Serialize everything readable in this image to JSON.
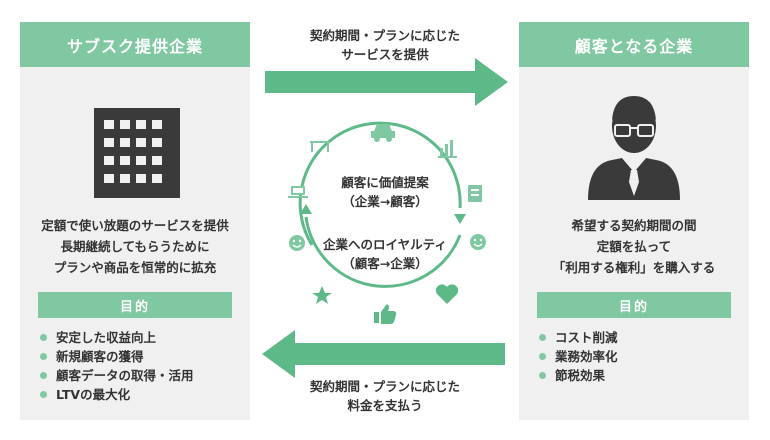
{
  "left_panel": {
    "title": "サブスク提供企業",
    "description": [
      "定額で使い放題のサービスを提供",
      "長期継続してもらうために",
      "プランや商品を恒常的に拡充"
    ],
    "purpose_label": "目的",
    "purposes": [
      "安定した収益向上",
      "新規顧客の獲得",
      "顧客データの取得・活用",
      "LTVの最大化"
    ]
  },
  "right_panel": {
    "title": "顧客となる企業",
    "description": [
      "希望する契約期間の間",
      "定額を払って",
      "「利用する権利」を購入する"
    ],
    "purpose_label": "目的",
    "purposes": [
      "コスト削減",
      "業務効率化",
      "節税効果"
    ]
  },
  "top_arrow": {
    "caption": [
      "契約期間・プランに応じた",
      "サービスを提供"
    ]
  },
  "bottom_arrow": {
    "caption": [
      "契約期間・プランに応じた",
      "料金を支払う"
    ]
  },
  "center": {
    "value_proposal": [
      "顧客に価値提案",
      "（企業→顧客）"
    ],
    "loyalty": [
      "企業へのロイヤルティ",
      "（顧客→企業）"
    ]
  },
  "colors": {
    "accent": "#7fc8a2",
    "arrow": "#5dba88",
    "panel_bg": "#f0f0f0",
    "icon_dark": "#3a3a3a"
  },
  "cycle_icons": [
    "car-icon",
    "chart-icon",
    "document-icon",
    "smile-face-icon",
    "heart-icon",
    "thumbs-up-icon",
    "star-icon",
    "smile-face-icon",
    "laptop-icon",
    "frame-icon"
  ]
}
